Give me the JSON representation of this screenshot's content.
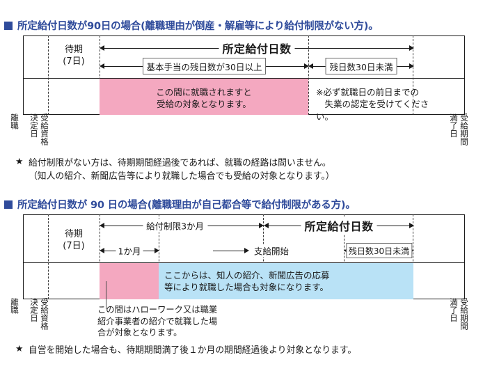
{
  "colors": {
    "heading": "#2f4b9b",
    "pink": "#f4a8c0",
    "blue": "#b9e2f6",
    "line": "#1a1a1a"
  },
  "section1": {
    "heading": "所定給付日数が90日の場合(離職理由が倒産・解雇等により給付制限がない方)。",
    "waiting_period": "待期\n(7日)",
    "arrow_main": "所定給付日数",
    "arrow_sub_left": "基本手当の残日数が30日以上",
    "arrow_sub_right": "残日数30日未満",
    "band_pink_text": "この間に就職されますと\n受給の対象となります。",
    "band_note_text": "※必ず就職日の前日までの\n　失業の認定を受けてください。",
    "axis_left_1": "離職",
    "axis_left_2a": "受給資格",
    "axis_left_2b": "決定日",
    "axis_right_a": "受給期間",
    "axis_right_b": "満了日",
    "note_star": "★",
    "note_text": "給付制限がない方は、待期期間経過後であれば、就職の経路は問いません。\n（知人の紹介、新聞広告等により就職した場合でも受給の対象となります。）"
  },
  "section2": {
    "heading": "所定給付日数が 90 日の場合(離職理由が自己都合等で給付制限がある方)。",
    "waiting_period": "待期\n(7日)",
    "arrow_restriction": "給付制限3か月",
    "arrow_main": "所定給付日数",
    "arrow_one_month": "1か月",
    "arrow_payment_start": "支給開始",
    "arrow_sub_right": "残日数30日未満",
    "band_blue_text": "ここからは、知人の紹介、新聞広告の応募\n等により就職した場合も対象になります。",
    "callout_text": "この間はハローワーク又は職業\n紹介事業者の紹介で就職した場\n合が対象となります。",
    "axis_left_1": "離職",
    "axis_left_2a": "受給資格",
    "axis_left_2b": "決定日",
    "axis_right_a": "受給期間",
    "axis_right_b": "満了日",
    "note_star": "★",
    "note_text": "自営を開始した場合も、待期期間満了後１か月の期間経過後より対象となります。"
  }
}
